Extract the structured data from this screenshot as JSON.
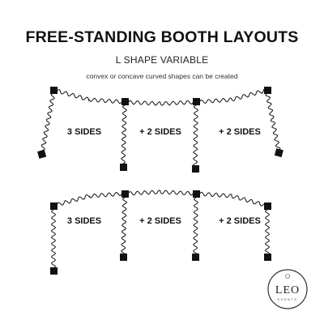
{
  "header": {
    "title": "FREE-STANDING BOOTH LAYOUTS",
    "subtitle": "L SHAPE VARIABLE",
    "note": "convex or concave curved shapes can be created"
  },
  "layouts": [
    {
      "shape": "convex",
      "labels": [
        "3 SIDES",
        "+ 2 SIDES",
        "+ 2 SIDES"
      ]
    },
    {
      "shape": "concave",
      "labels": [
        "3 SIDES",
        "+ 2 SIDES",
        "+ 2 SIDES"
      ]
    }
  ],
  "logo": {
    "text": "LEO",
    "subtext": "EVENTS"
  },
  "colors": {
    "ink": "#111111",
    "background": "#ffffff"
  }
}
